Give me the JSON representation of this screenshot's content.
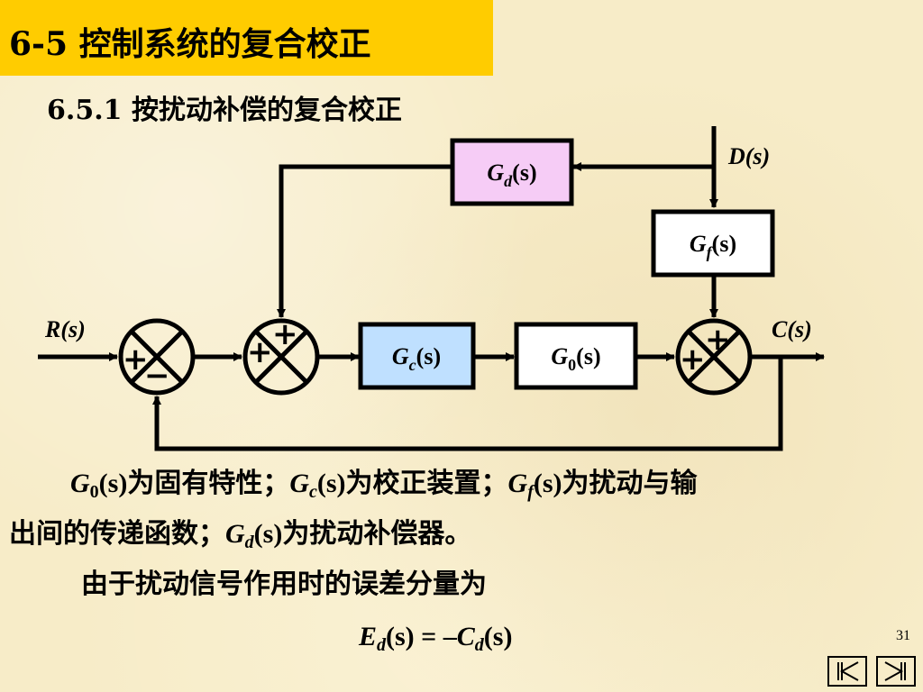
{
  "header": {
    "title": "6-5  控制系统的复合校正",
    "subtitle": "6.5.1  按扰动补偿的复合校正"
  },
  "diagram": {
    "blocks": {
      "gd": {
        "name": "G",
        "sub": "d",
        "arg": "(s)",
        "fill": "#f6ccf6"
      },
      "gf": {
        "name": "G",
        "sub": "f",
        "arg": "(s)",
        "fill": "#ffffff"
      },
      "gc": {
        "name": "G",
        "sub": "c",
        "arg": "(s)",
        "fill": "#bfe0ff"
      },
      "g0": {
        "name": "G",
        "sub": "0",
        "arg": "(s)",
        "fill": "#ffffff"
      }
    },
    "signals": {
      "r": "R(s)",
      "d": "D(s)",
      "c": "C(s)"
    },
    "signs": {
      "s1_left": "+",
      "s1_bottom": "−",
      "s2_top": "+",
      "s2_left": "+",
      "s3_top": "+",
      "s3_left": "+"
    }
  },
  "text": {
    "p1": {
      "g0": "G",
      "g0_sub": "0",
      "g0_arg": "(s)",
      "g0_desc": "为固有特性；",
      "gc": "G",
      "gc_sub": "c",
      "gc_arg": "(s)",
      "gc_desc": "为校正装置；",
      "gf": "G",
      "gf_sub": "f",
      "gf_arg": "(s)",
      "gf_desc": "为扰动与输"
    },
    "p2": {
      "pre": "出间的传递函数；",
      "gd": "G",
      "gd_sub": "d",
      "gd_arg": "(s)",
      "gd_desc": "为扰动补偿器。"
    },
    "p3": "由于扰动信号作用时的误差分量为",
    "formula": {
      "e": "E",
      "e_sub": "d",
      "e_arg": "(s)",
      "eq": " = –",
      "c": "C",
      "c_sub": "d",
      "c_arg": "(s)"
    }
  },
  "footer": {
    "page": "31",
    "nav": [
      "first-page-icon",
      "last-page-icon"
    ]
  }
}
